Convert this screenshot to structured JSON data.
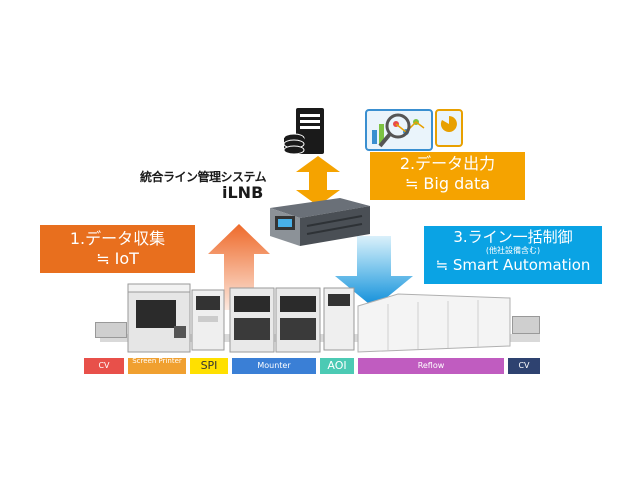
{
  "system": {
    "name": "統合ライン管理システム",
    "code": "iLNB"
  },
  "callouts": {
    "collect": {
      "title": "1.データ収集",
      "subtitle": "≒ IoT"
    },
    "output": {
      "title": "2.データ出力",
      "subtitle": "≒ Big data"
    },
    "control": {
      "title": "3.ライン一括制御",
      "note": "(他社設備含む)",
      "subtitle": "≒ Smart Automation"
    }
  },
  "stations": {
    "cv_in": "CV",
    "screen_printer": "Screen Printer",
    "spi": "SPI",
    "mounter": "Mounter",
    "aoi": "AOI",
    "reflow": "Reflow",
    "cv_out": "CV"
  },
  "colors": {
    "collect": "#e86f1e",
    "output": "#f5a300",
    "control": "#0aa3e4",
    "cv_in": "#e8504a",
    "screen_printer": "#f0a030",
    "spi": "#ffe000",
    "mounter": "#3a7fd6",
    "aoi": "#4ccab4",
    "reflow": "#c05cc0",
    "cv_out": "#2e4270"
  },
  "icons": {
    "server": "server-icon",
    "analytics": "analytics-icon",
    "controller": "line-controller-unit"
  }
}
